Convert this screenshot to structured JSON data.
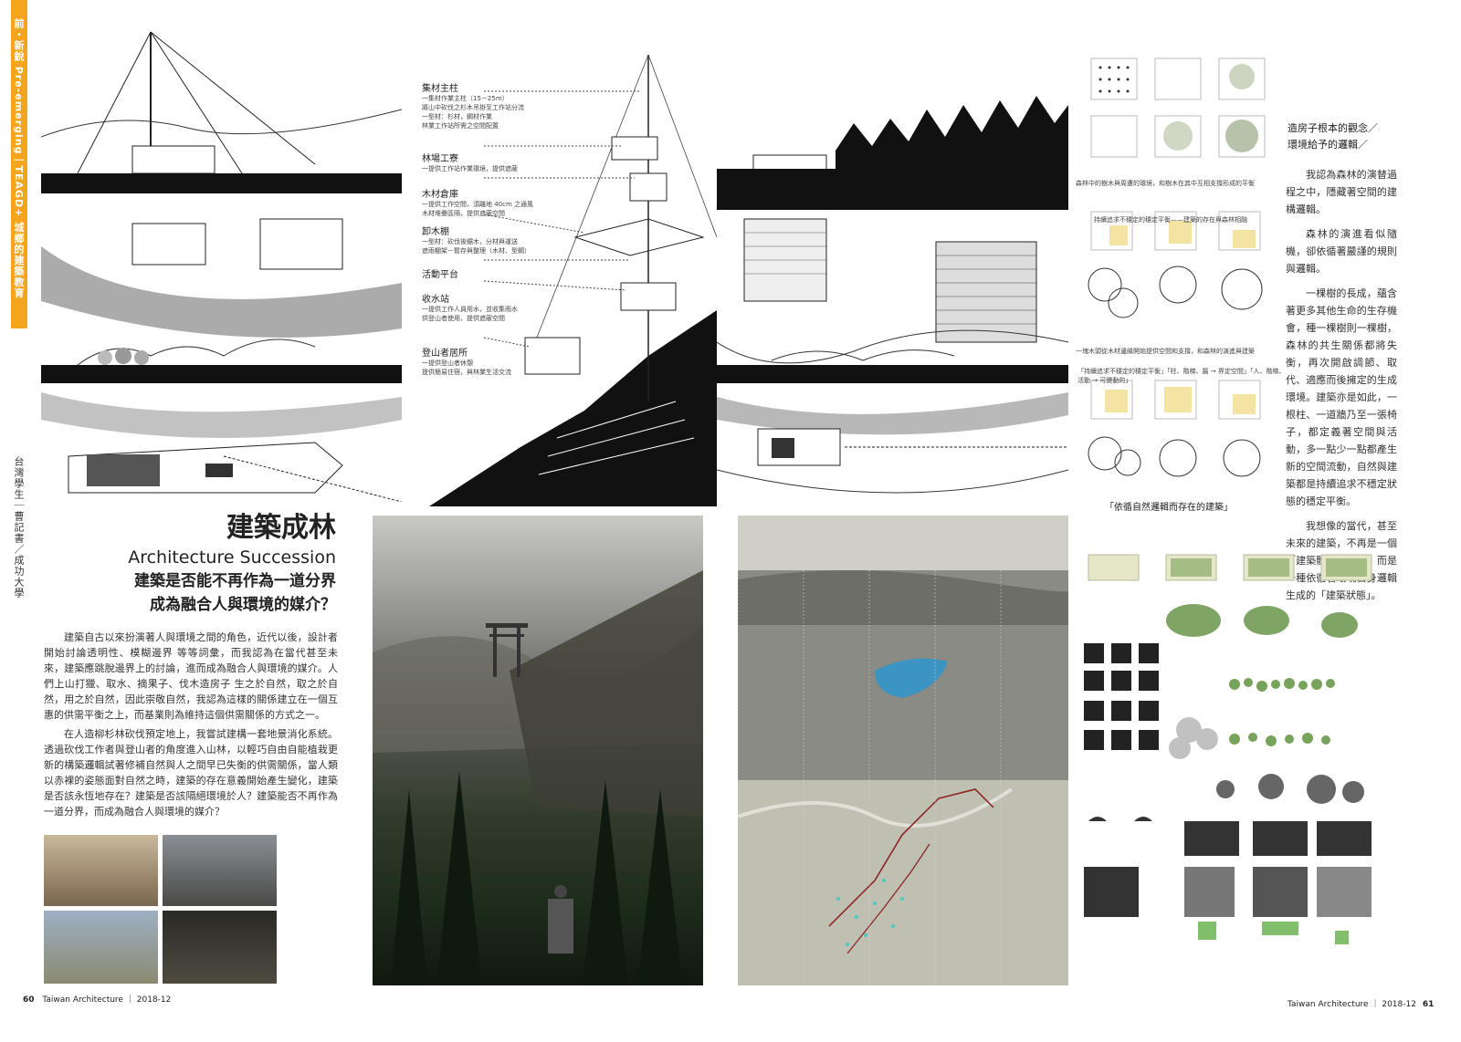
{
  "sidebar": {
    "category": "前・新銳 Pre-emerging｜TEAGD+ 城鄉的建築教育",
    "author": "台灣學生｜曹記書／成功大學"
  },
  "article": {
    "title_zh": "建築成林",
    "title_en": "Architecture Succession",
    "subtitle_line1": "建築是否能不再作為一道分界",
    "subtitle_line2": "成為融合人與環境的媒介？",
    "para1": "建築自古以來扮演著人與環境之間的角色，近代以後，設計者開始討論透明性、模糊邊界 等等詞彙，而我認為在當代甚至未來，建築應跳脫邊界上的討論，進而成為融合人與環境的媒介。人們上山打獵、取水、摘果子、伐木造房子 生之於自然，取之於自然，用之於自然，因此崇敬自然，我認為這樣的關係建立在一個互惠的供需平衡之上，而基業則為維持這個供需關係的方式之一。",
    "para2": "在人造柳杉林砍伐預定地上，我嘗試建構一套地景消化系統。透過砍伐工作者與登山者的角度進入山林，以輕巧自由自能植栽更新的構築邏輯試著修補自然與人之間早已失衡的供需關係，當人類以赤裸的姿態面對自然之時，建築的存在意義開始產生變化，建築是否該永恆地存在？建築是否該隔絕環境於人？建築能否不再作為一道分界，而成為融合人與環境的媒介？"
  },
  "diagram_labels": {
    "main_pole": "集材主柱",
    "main_pole_notes": [
      "一集材作業主柱（15－25m）",
      "將山中砍伐之杉木吊掛至工作站分流",
      "一型材：杉材，鋼材作業",
      "林業工作站所需之空間配置"
    ],
    "forest_work": "林場工寮",
    "forest_work_notes": [
      "一提供工作站作業環境，提供遮蔽"
    ],
    "timber_depot": "木材倉庫",
    "timber_depot_notes": [
      "一提供工作空間，須離地 40cm 之通風",
      "木材堆疊區隔，提供遮蔽空間"
    ],
    "unload_shed": "卸木棚",
    "unload_shed_notes": [
      "一型材：砍伐後鋸木，分材與運送",
      "遮雨棚架－暫存與整理（木材、型鋼）"
    ],
    "activity_platform": "活動平台",
    "water_station": "收水站",
    "water_station_notes": [
      "一提供工作人員用水，並收集雨水",
      "供登山者使用，提供遮蔽空間"
    ],
    "hut": "登山者居所",
    "hut_notes": [
      "一提供登山者休憩",
      "提供簡易住宿，與林業生活交流"
    ]
  },
  "right_panel": {
    "heading_1": "造房子根本的觀念／",
    "heading_2": "環境給予的邏輯／",
    "caption_1": "森林中的樹木與周遭的環境，和樹木在其中互相支撐形成的平衡",
    "caption_2": "持續追求不穩定的穩定平衡——建築的存在與森林相融",
    "caption_3": "一塊木頭從木材邊緣開始提供空間和支撐，和森林的演進與建築",
    "caption_4": "「持續追求不穩定的穩定平衡」「柱、階梯、牆 → 界定空間」「人、階梯、活動 → 可變動的」",
    "caption_5": "「依循自然邏輯而存在的建築」",
    "text_p1": "我認為森林的演替過程之中，隱藏著空間的建構邏輯。",
    "text_p2": "森林的演進看似隨機，卻依循著嚴謹的規則與邏輯。",
    "text_p3": "一棵樹的長成，蘊含著更多其他生命的生存機會，種一棵樹則一棵樹，森林的共生關係都將失衡，再次開啟調節、取代、適應而後擁定的生成環境。建築亦是如此，一根柱、一道牆乃至一張椅子，都定義著空間與活動，多一點少一點都產生新的空間流動，自然與建築都是持續追求不穩定狀態的穩定平衡。",
    "text_p4": "我想像的當代，甚至未來的建築，不再是一個「建築體」的討論，而是一種依循著環境自身邏輯生成的「建築狀態」。"
  },
  "footer": {
    "left_page": "60",
    "left_mag": "Taiwan Architecture",
    "left_date": "2018-12",
    "right_mag": "Taiwan Architecture",
    "right_date": "2018-12",
    "right_page": "61"
  }
}
